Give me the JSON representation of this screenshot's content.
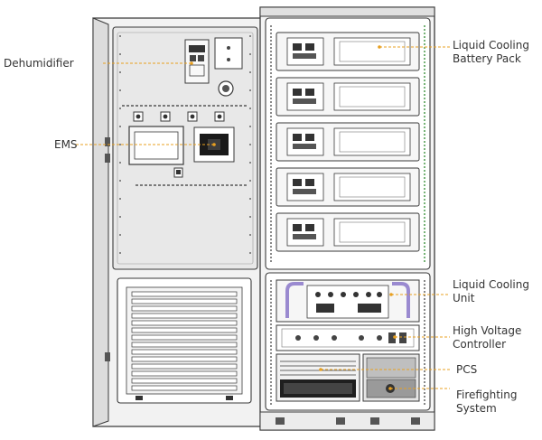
{
  "labels": {
    "dehumidifier": "Dehumidifier",
    "ems": "EMS",
    "battery_pack_line1": "Liquid Cooling",
    "battery_pack_line2": "Battery Pack",
    "cooling_unit_line1": "Liquid Cooling",
    "cooling_unit_line2": "Unit",
    "hv_controller_line1": "High Voltage",
    "hv_controller_line2": "Controller",
    "pcs": "PCS",
    "firefighting_line1": "Firefighting",
    "firefighting_line2": "System"
  },
  "colors": {
    "leader": "#e8a020",
    "outline": "#3a3a3a",
    "panel_fill": "#e6e6e6",
    "panel_dark": "#1a1a1a",
    "accent_purple": "#9a8ad0",
    "accent_green": "#4a9a4a",
    "text": "#333333"
  }
}
